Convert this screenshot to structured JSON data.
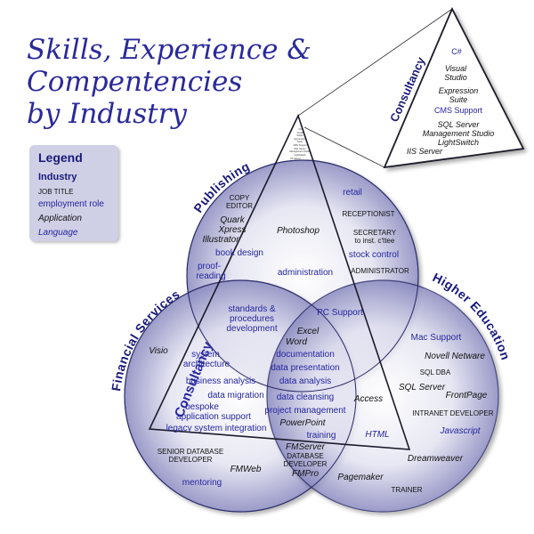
{
  "title": {
    "line1": "Skills, Experience &",
    "line2": "Compentencies",
    "line3": "by Industry"
  },
  "legend": {
    "heading": "Legend",
    "industry": "Industry",
    "job_title": "JOB TITLE",
    "employment_role": "employment role",
    "application": "Application",
    "language": "Language"
  },
  "colors": {
    "title": "#2a2a9a",
    "role_text": "#2525a0",
    "industry_text": "#1a1a7a",
    "circle_edge": "#2a2a6a",
    "circle_fill_center": "#ffffff",
    "circle_fill_edge": "#8a8ac0",
    "legend_background": "#cfcfe6"
  },
  "industries": {
    "publishing": "Publishing",
    "financial": "Financial Services",
    "higher_ed": "Higher Education",
    "consultancy": "Consultancy"
  },
  "items": {
    "copy_editor_1": "COPY",
    "copy_editor_2": "EDITOR",
    "quark_1": "Quark",
    "quark_2": "Xpress",
    "illustrator": "Illustrator",
    "photoshop": "Photoshop",
    "book_design": "book design",
    "proof_1": "proof-",
    "proof_2": "reading",
    "administration": "administration",
    "retail": "retail",
    "receptionist": "RECEPTIONIST",
    "secretary_1": "SECRETARY",
    "secretary_2": "to inst. c'ttee",
    "stock_control": "stock control",
    "administrator": "ADMINISTRATOR",
    "standards_1": "standards &",
    "standards_2": "procedures",
    "standards_3": "development",
    "pc_support": "PC Support",
    "excel": "Excel",
    "word": "Word",
    "documentation": "documentation",
    "data_presentation": "data presentation",
    "data_analysis": "data analysis",
    "data_cleansing": "data cleansing",
    "project_management": "project management",
    "powerpoint": "PowerPoint",
    "training": "training",
    "visio": "Visio",
    "system_1": "system",
    "system_2": "architecture",
    "business_analysis": "business analysis",
    "data_migration": "data migration",
    "bespoke_1": "bespoke",
    "bespoke_2": "application support",
    "legacy": "legacy system integration",
    "senior_1": "SENIOR DATABASE",
    "senior_2": "DEVELOPER",
    "fmweb": "FMWeb",
    "mentoring": "mentoring",
    "fmserver": "FMServer",
    "db_dev_1": "DATABASE",
    "db_dev_2": "DEVELOPER",
    "fmpro": "FMPro",
    "mac_support": "Mac Support",
    "novell": "Novell Netware",
    "sql_dba": "SQL DBA",
    "sql_server": "SQL Server",
    "frontpage": "FrontPage",
    "intranet": "INTRANET DEVELOPER",
    "javascript": "Javascript",
    "access": "Access",
    "html": "HTML",
    "dreamweaver": "Dreamweaver",
    "pagemaker": "Pagemaker",
    "trainer": "TRAINER"
  },
  "zoom": {
    "csharp": "C#",
    "visual_1": "Visual",
    "visual_2": "Studio",
    "expression_1": "Expression",
    "expression_2": "Suite",
    "cms": "CMS Support",
    "sqlserver_1": "SQL Server",
    "sqlserver_2": "Management Studio",
    "lightswitch": "LightSwitch",
    "iis": "IIS Server"
  }
}
